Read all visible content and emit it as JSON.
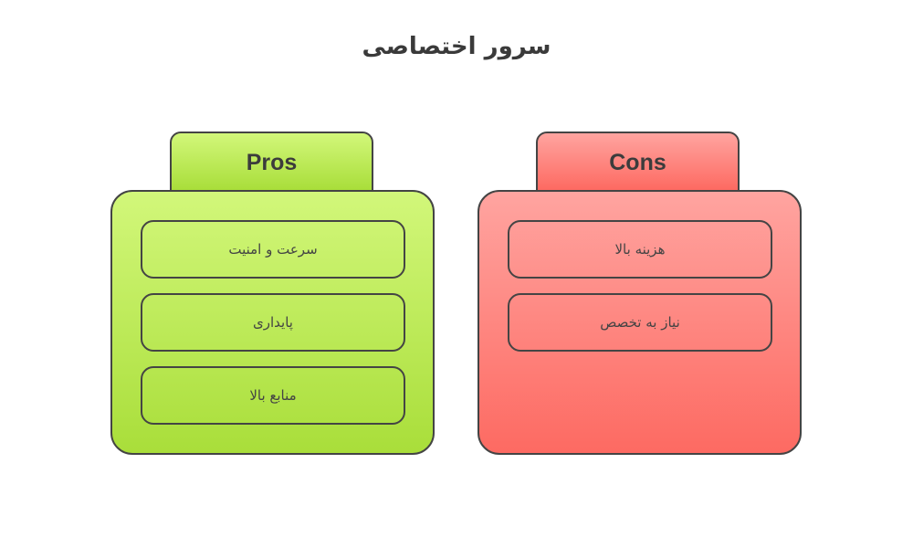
{
  "title": "سرور اختصاصی",
  "pros": {
    "label": "Pros",
    "items": [
      "سرعت و امنیت",
      "پایداری",
      "منابع بالا"
    ]
  },
  "cons": {
    "label": "Cons",
    "items": [
      "هزینه بالا",
      "نیاز به تخصص"
    ]
  },
  "colors": {
    "pros": "#b7e64f",
    "cons": "#fe8580",
    "border": "#444444"
  }
}
